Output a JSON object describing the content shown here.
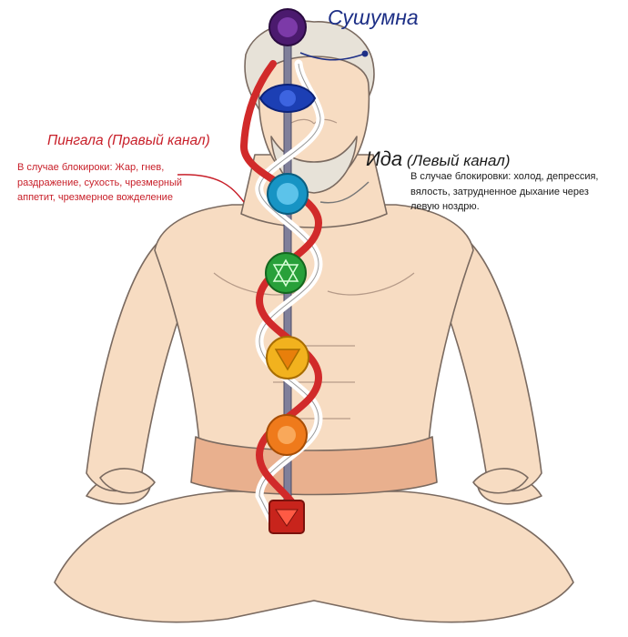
{
  "sushumna": {
    "title": "Сушумна"
  },
  "pingala": {
    "title": "Пингала (Правый канал)",
    "description": "В случае блокироки: Жар, гнев, раздражение, сухость, чрезмерный аппетит, чрезмерное вожделение"
  },
  "ida": {
    "title_main": "Ида",
    "title_sub": "(Левый канал)",
    "description": "В случае блокировки: холод, депрессия, вялость, затрудненное дыхание через левую ноздрю."
  },
  "colors": {
    "sushumna": "#1d2f86",
    "pingala": "#d12a2a",
    "ida": "#ffffff",
    "skin": "#f7dcc2",
    "skin_outline": "#7a6a60",
    "cloth": "#e9b08e",
    "spine": "#7f7f9a"
  },
  "chakras": [
    {
      "icon": "crown-chakra-icon",
      "color": "#4b1a6e"
    },
    {
      "icon": "third-eye-chakra-icon",
      "color": "#1c3fb4"
    },
    {
      "icon": "throat-chakra-icon",
      "color": "#1794c4"
    },
    {
      "icon": "heart-chakra-icon",
      "color": "#28a03a"
    },
    {
      "icon": "solar-plexus-chakra-icon",
      "color": "#f2b21e"
    },
    {
      "icon": "sacral-chakra-icon",
      "color": "#ef7a1b"
    },
    {
      "icon": "root-chakra-icon",
      "color": "#c8241c"
    }
  ]
}
